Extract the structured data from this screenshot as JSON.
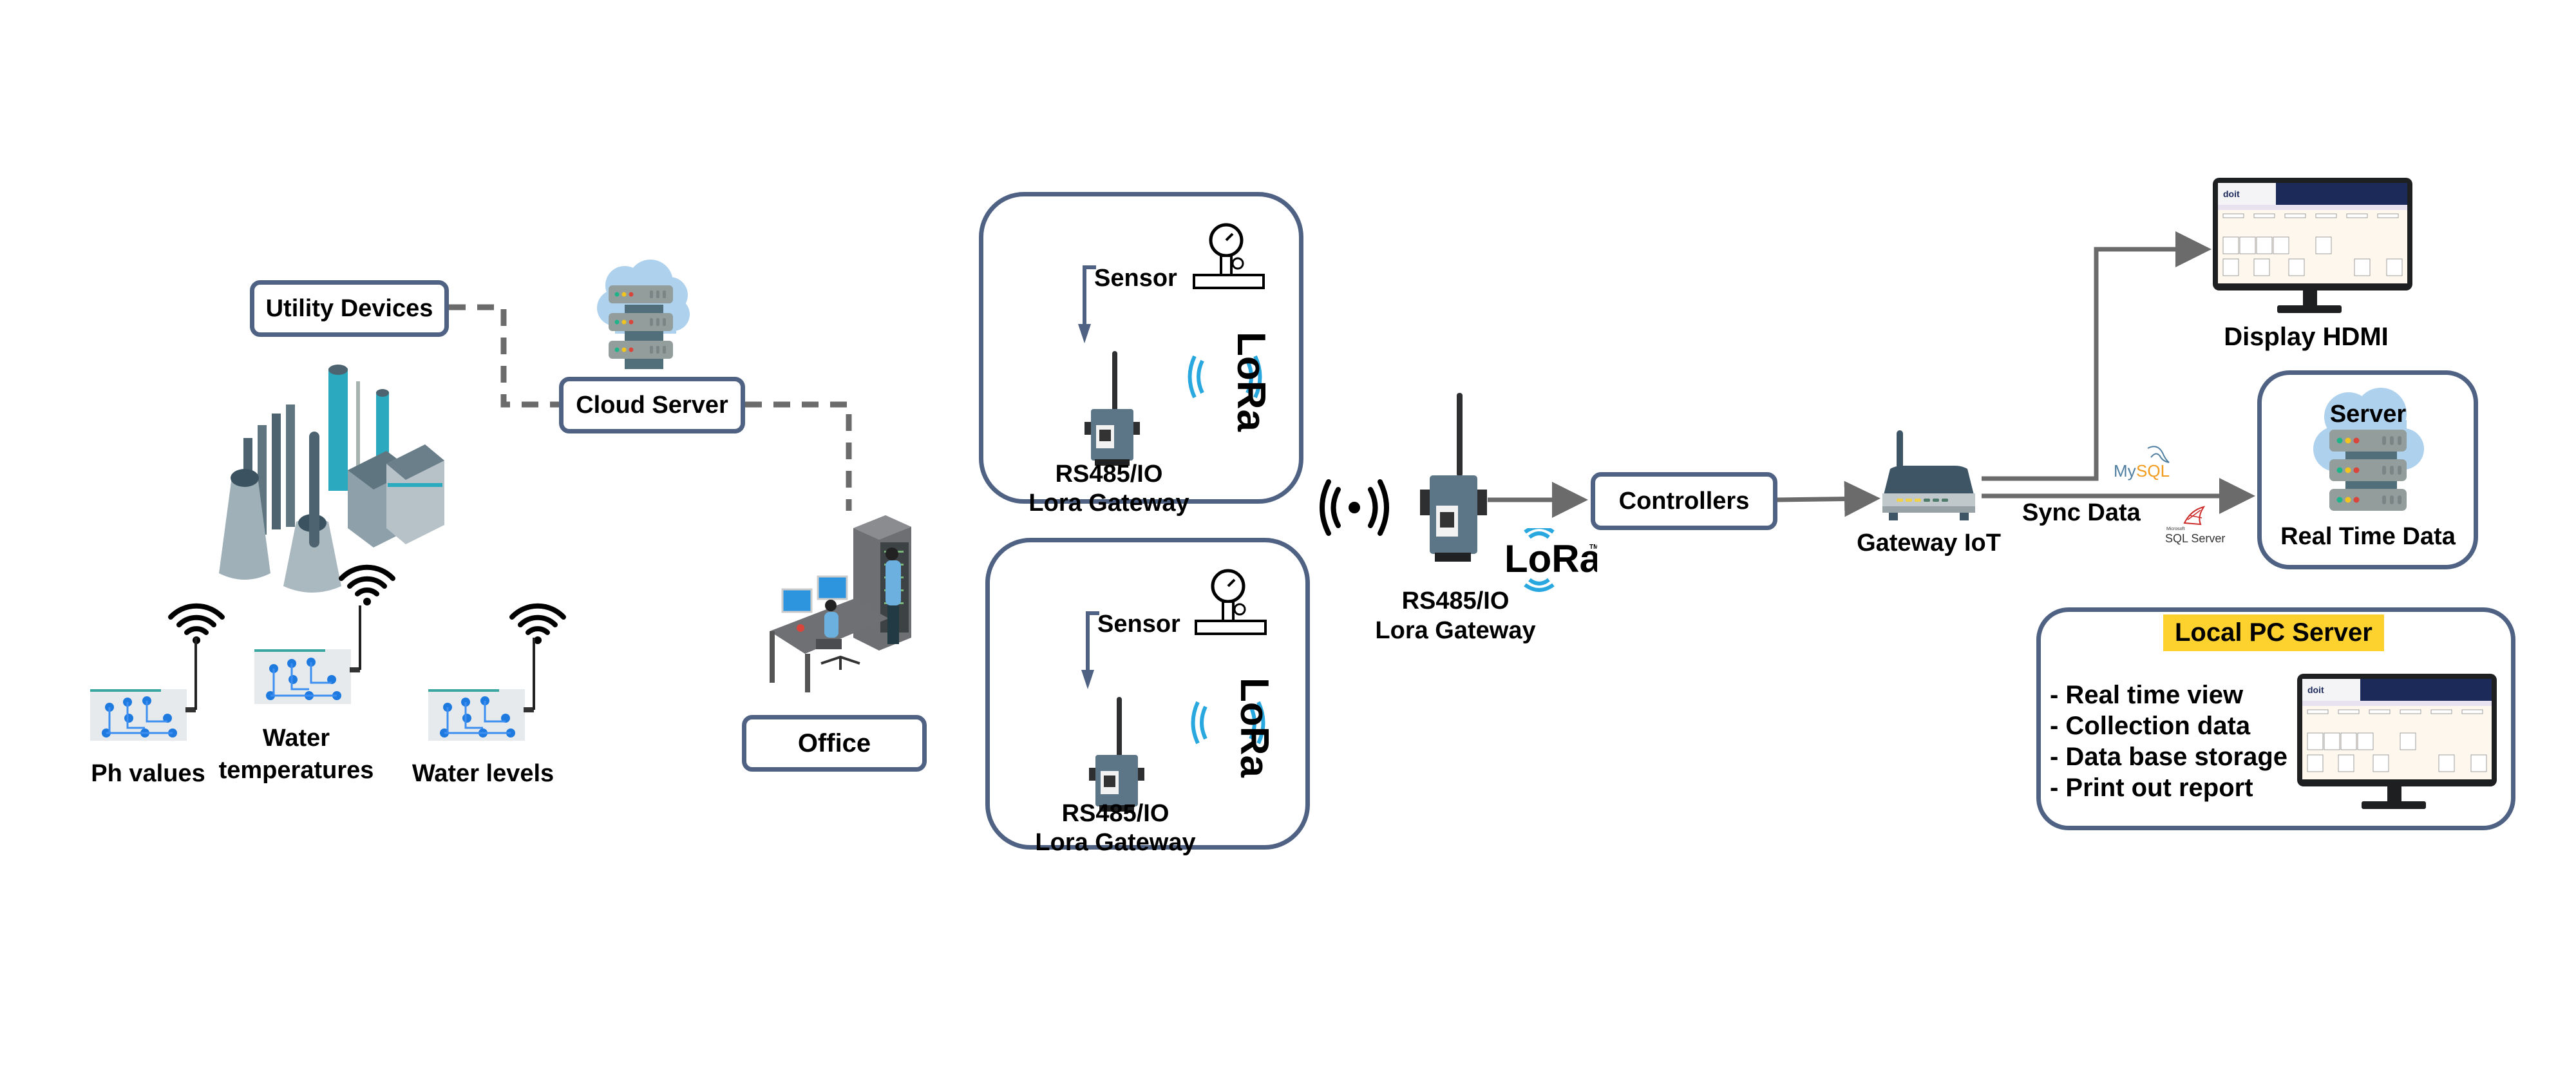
{
  "title": "IoT water monitoring system architecture",
  "colors": {
    "box_border": "#4f6283",
    "connector": "#6b6b6b",
    "arrow_blue": "#4f6283",
    "lora_blue": "#29a8e0",
    "highlight": "#fdd22f",
    "cloud": "#aed1ee",
    "server_rack": "#939d9c",
    "server_core": "#516f7b"
  },
  "left": {
    "utility_devices": "Utility Devices",
    "cloud_server": "Cloud Server",
    "office": "Office",
    "sensors": [
      {
        "label_lines": [
          "Ph values"
        ],
        "icon": "sensor-board-icon"
      },
      {
        "label_lines": [
          "Water",
          "temperatures"
        ],
        "icon": "sensor-board-icon"
      },
      {
        "label_lines": [
          "Water levels"
        ],
        "icon": "sensor-board-icon"
      }
    ]
  },
  "lora_nodes": [
    {
      "sensor_label": "Sensor",
      "device_line1": "RS485/IO",
      "device_line2": "Lora Gateway",
      "logo": "LoRa"
    },
    {
      "sensor_label": "Sensor",
      "device_line1": "RS485/IO",
      "device_line2": "Lora Gateway",
      "logo": "LoRa"
    }
  ],
  "center_gateway": {
    "line1": "RS485/IO",
    "line2": "Lora Gateway",
    "logo": "LoRa",
    "tm": "TM"
  },
  "controllers": "Controllers",
  "gateway_iot": "Gateway IoT",
  "sync_data": "Sync Data",
  "db_logos": {
    "mysql_my": "My",
    "mysql_sql": "SQL",
    "sqlserver_small": "Microsoft",
    "sqlserver": "SQL Server"
  },
  "display": {
    "label": "Display HDMI",
    "app_logo": "doit"
  },
  "server": {
    "title": "Server",
    "caption": "Real Time Data"
  },
  "local_pc": {
    "title": "Local PC Server",
    "features": [
      "- Real time view",
      "- Collection data",
      "- Data base storage",
      "- Print out report"
    ]
  }
}
